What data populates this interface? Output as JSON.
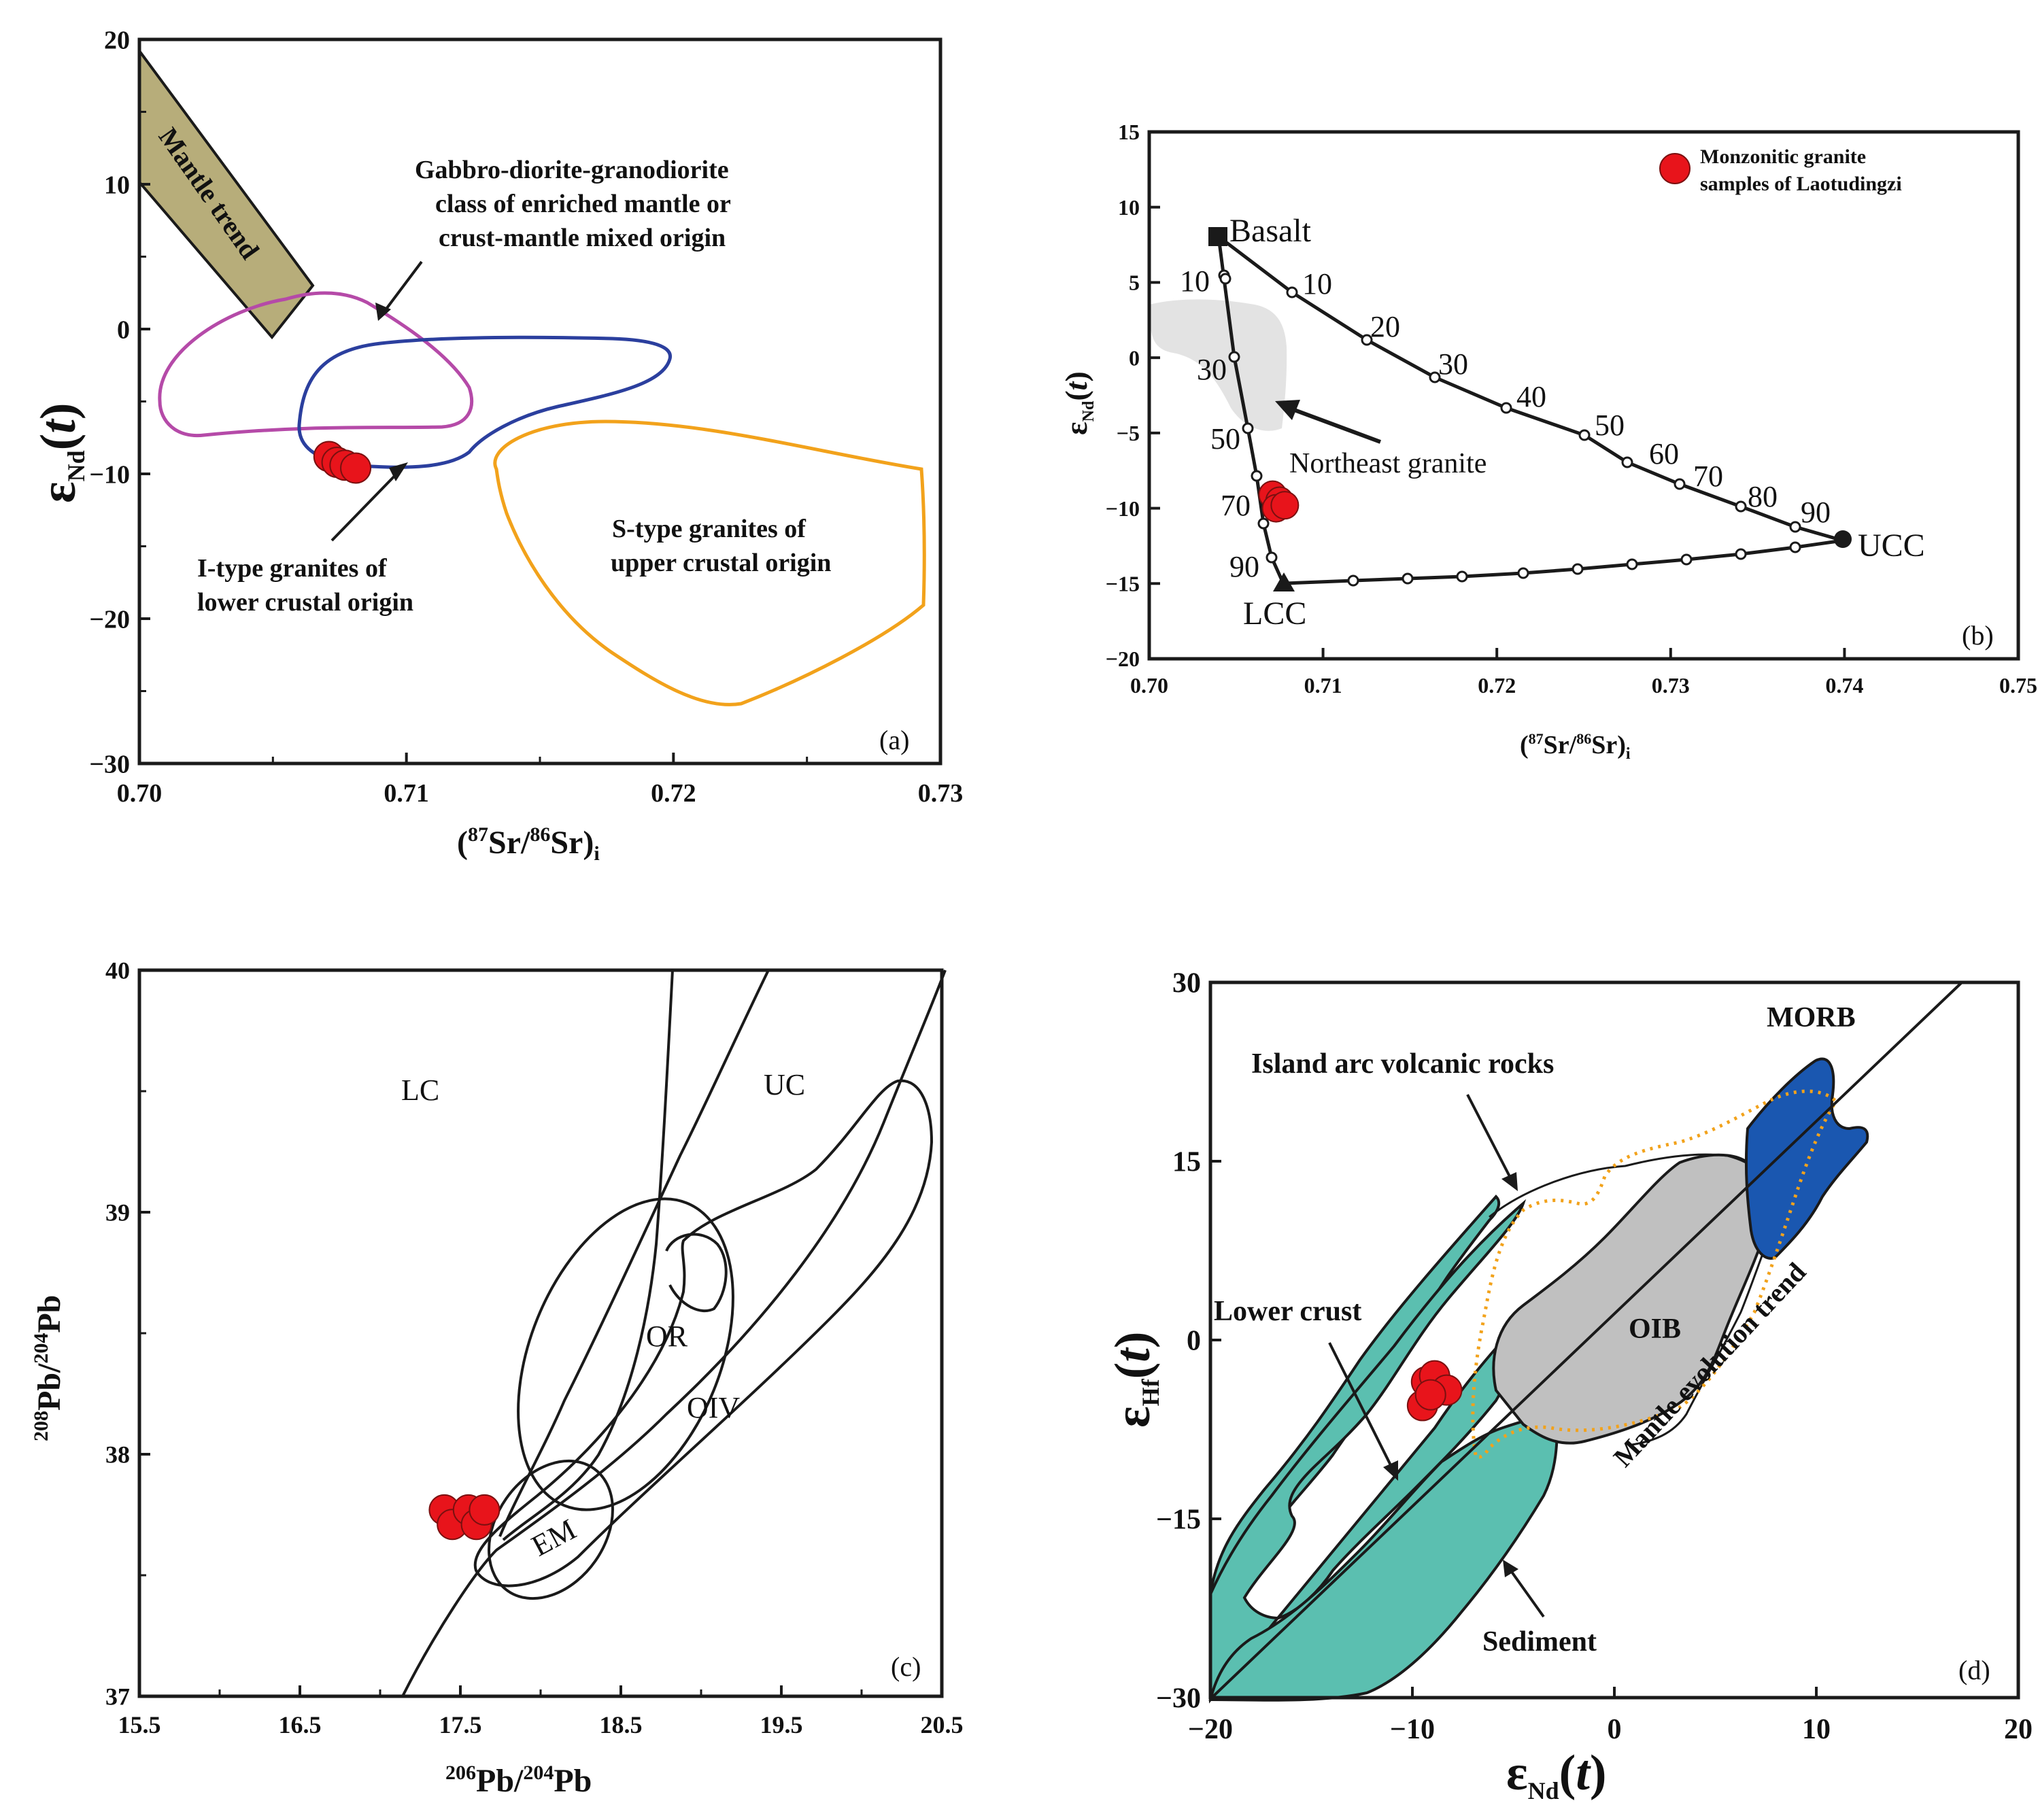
{
  "panels": {
    "a": {
      "tag": "(a)",
      "xlabel": "(87Sr/86Sr)i",
      "ylabel": "εNd(t)",
      "xticks": [
        "0.70",
        "0.71",
        "0.72",
        "0.73"
      ],
      "yticks": [
        "20",
        "10",
        "0",
        "−10",
        "−20",
        "−30"
      ],
      "labels": {
        "mantle_trend": "Mantle trend",
        "gabbro_1": "Gabbro-diorite-granodiorite",
        "gabbro_2": "class of enriched mantle or",
        "gabbro_3": "crust-mantle mixed origin",
        "itype_1": "I-type granites of",
        "itype_2": "lower crustal origin",
        "stype_1": "S-type granites of",
        "stype_2": "upper crustal origin"
      }
    },
    "b": {
      "tag": "(b)",
      "xlabel": "(87Sr/86Sr)i",
      "ylabel": "εNd(t)",
      "xticks": [
        "0.70",
        "0.71",
        "0.72",
        "0.73",
        "0.74",
        "0.75"
      ],
      "yticks": [
        "15",
        "10",
        "5",
        "0",
        "−5",
        "−10",
        "−15",
        "−20"
      ],
      "legend_1": "Monzonitic granite",
      "legend_2": "samples of Laotudingzi",
      "labels": {
        "basalt": "Basalt",
        "ucc": "UCC",
        "lcc": "LCC",
        "northeast": "Northeast granite"
      },
      "mix_labels_upper": [
        "10",
        "20",
        "30",
        "40",
        "50",
        "60",
        "70",
        "80",
        "90"
      ],
      "mix_labels_left": [
        "10",
        "30",
        "50",
        "70",
        "90"
      ]
    },
    "c": {
      "tag": "(c)",
      "xlabel": "206Pb/204Pb",
      "ylabel": "208Pb/204Pb",
      "xticks": [
        "15.5",
        "16.5",
        "17.5",
        "18.5",
        "19.5",
        "20.5"
      ],
      "yticks": [
        "40",
        "39",
        "38",
        "37"
      ],
      "labels": {
        "lc": "LC",
        "uc": "UC",
        "or": "OR",
        "oiv": "OIV",
        "em": "EM"
      }
    },
    "d": {
      "tag": "(d)",
      "xlabel": "εNd(t)",
      "ylabel": "εHf(t)",
      "xticks": [
        "−20",
        "−10",
        "0",
        "10",
        "20"
      ],
      "yticks": [
        "30",
        "15",
        "0",
        "−15",
        "−30"
      ],
      "labels": {
        "morb": "MORB",
        "arc": "Island arc volcanic rocks",
        "lower_crust": "Lower crust",
        "oib": "OIB",
        "mantle_evol": "Mantle evolution trend",
        "sediment": "Sediment"
      }
    }
  },
  "chart_data": [
    {
      "panel": "a",
      "type": "scatter",
      "xlim": [
        0.7,
        0.73
      ],
      "ylim": [
        -30,
        20
      ],
      "series": [
        {
          "points": [
            [
              0.7071,
              -8.8
            ],
            [
              0.7074,
              -9.2
            ],
            [
              0.7077,
              -9.4
            ],
            [
              0.7081,
              -9.6
            ]
          ]
        }
      ],
      "color": "#e8141b"
    },
    {
      "panel": "b",
      "type": "scatter",
      "xlim": [
        0.7,
        0.75
      ],
      "ylim": [
        -20,
        15
      ],
      "endmembers": {
        "basalt": [
          0.704,
          8
        ],
        "ucc": [
          0.74,
          -12
        ],
        "lcc": [
          0.708,
          -15
        ]
      },
      "series": [
        {
          "name": "Monzonitic granite samples of Laotudingzi",
          "points": [
            [
              0.7071,
              -9.1
            ],
            [
              0.7075,
              -9.5
            ],
            [
              0.7073,
              -10.0
            ],
            [
              0.7078,
              -9.8
            ]
          ]
        }
      ],
      "color": "#e8141b"
    },
    {
      "panel": "c",
      "type": "scatter",
      "xlim": [
        15.5,
        20.5
      ],
      "ylim": [
        37,
        40
      ],
      "series": [
        {
          "points": [
            [
              17.4,
              37.77
            ],
            [
              17.45,
              37.71
            ],
            [
              17.55,
              37.77
            ],
            [
              17.6,
              37.71
            ],
            [
              17.65,
              37.77
            ]
          ]
        }
      ],
      "color": "#e8141b"
    },
    {
      "panel": "d",
      "type": "scatter",
      "xlim": [
        -20,
        20
      ],
      "ylim": [
        -30,
        30
      ],
      "series": [
        {
          "points": [
            [
              -9.3,
              -3.5
            ],
            [
              -8.9,
              -3.0
            ],
            [
              -8.3,
              -4.2
            ],
            [
              -9.5,
              -5.5
            ],
            [
              -9.1,
              -4.6
            ]
          ]
        }
      ],
      "color": "#e8141b"
    }
  ]
}
